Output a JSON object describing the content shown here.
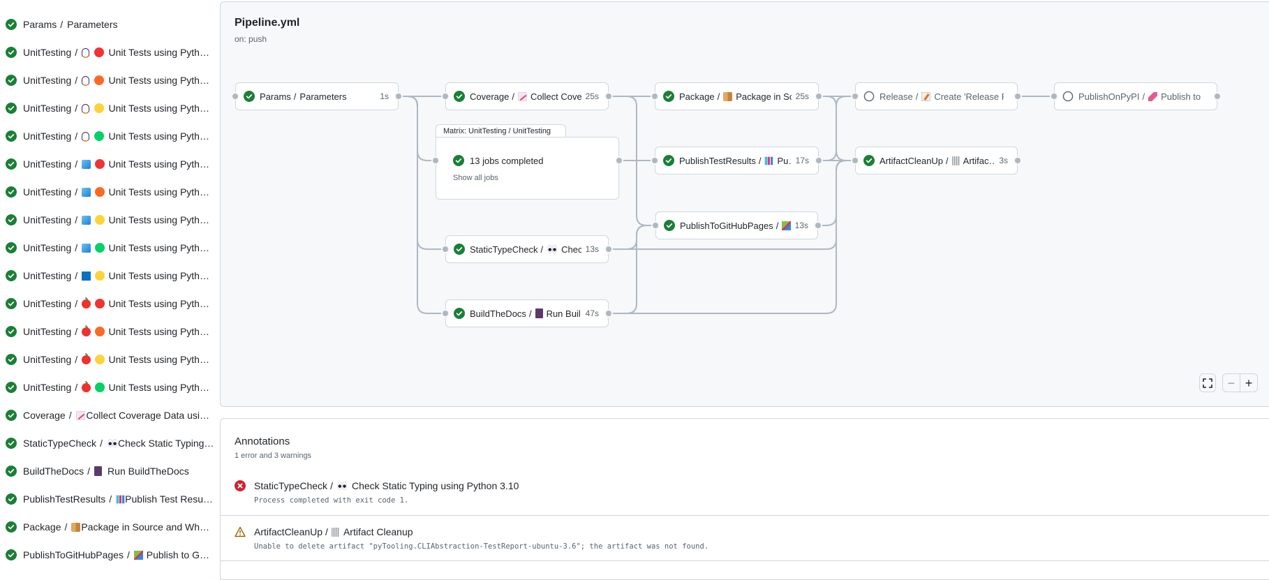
{
  "colors": {
    "success": "#1a7f37",
    "error": "#cf222e",
    "warning": "#9a6700",
    "edge": "#afb8c1",
    "panel_bg": "#f6f8fa",
    "border": "#d0d7de"
  },
  "sidebar": {
    "items": [
      {
        "status": "success",
        "workflow": "Params",
        "label": "Parameters"
      },
      {
        "status": "success",
        "workflow": "UnitTesting",
        "emoji": "penguin",
        "circle": "#f03333",
        "label": "Unit Tests using Pyth…"
      },
      {
        "status": "success",
        "workflow": "UnitTesting",
        "emoji": "penguin",
        "circle": "#fb6a22",
        "label": "Unit Tests using Pyth…"
      },
      {
        "status": "success",
        "workflow": "UnitTesting",
        "emoji": "penguin",
        "circle": "#fdd339",
        "label": "Unit Tests using Pyth…"
      },
      {
        "status": "success",
        "workflow": "UnitTesting",
        "emoji": "penguin",
        "circle": "#05d168",
        "label": "Unit Tests using Pyth…"
      },
      {
        "status": "success",
        "workflow": "UnitTesting",
        "emoji": "cube",
        "circle": "#f03333",
        "label": "Unit Tests using Pyth…"
      },
      {
        "status": "success",
        "workflow": "UnitTesting",
        "emoji": "cube",
        "circle": "#fb6a22",
        "label": "Unit Tests using Pyth…"
      },
      {
        "status": "success",
        "workflow": "UnitTesting",
        "emoji": "cube",
        "circle": "#fdd339",
        "label": "Unit Tests using Pyth…"
      },
      {
        "status": "success",
        "workflow": "UnitTesting",
        "emoji": "cube",
        "circle": "#05d168",
        "label": "Unit Tests using Pyth…"
      },
      {
        "status": "success",
        "workflow": "UnitTesting",
        "emoji": "blue-square",
        "circle": "#fdd339",
        "label": "Unit Tests using Pyth…"
      },
      {
        "status": "success",
        "workflow": "UnitTesting",
        "emoji": "apple",
        "circle": "#f03333",
        "label": "Unit Tests using Pyth…"
      },
      {
        "status": "success",
        "workflow": "UnitTesting",
        "emoji": "apple",
        "circle": "#fb6a22",
        "label": "Unit Tests using Pyth…"
      },
      {
        "status": "success",
        "workflow": "UnitTesting",
        "emoji": "apple",
        "circle": "#fdd339",
        "label": "Unit Tests using Pyth…"
      },
      {
        "status": "success",
        "workflow": "UnitTesting",
        "emoji": "apple",
        "circle": "#05d168",
        "label": "Unit Tests using Pyth…"
      },
      {
        "status": "success",
        "workflow": "Coverage",
        "emoji": "chart-up",
        "label": "Collect Coverage Data usi…"
      },
      {
        "status": "success",
        "workflow": "StaticTypeCheck",
        "emoji": "eyes",
        "label": "Check Static Typing…"
      },
      {
        "status": "success",
        "workflow": "BuildTheDocs",
        "emoji": "notebook",
        "label": "Run BuildTheDocs"
      },
      {
        "status": "success",
        "workflow": "PublishTestResults",
        "emoji": "bar-chart",
        "label": "Publish Test Resu…"
      },
      {
        "status": "success",
        "workflow": "Package",
        "emoji": "package",
        "label": "Package in Source and Wh…"
      },
      {
        "status": "success",
        "workflow": "PublishToGitHubPages",
        "emoji": "books",
        "label": "Publish to G…"
      }
    ]
  },
  "graph": {
    "title": "Pipeline.yml",
    "trigger": "on: push",
    "nodes": [
      {
        "id": "params",
        "status": "success",
        "workflow": "Params",
        "label": "Parameters",
        "duration": "1s"
      },
      {
        "id": "coverage",
        "status": "success",
        "workflow": "Coverage",
        "emoji": "chart-up",
        "label": "Collect Cove…",
        "duration": "25s"
      },
      {
        "id": "static",
        "status": "success",
        "workflow": "StaticTypeCheck",
        "emoji": "eyes",
        "label": "Chec…",
        "duration": "13s"
      },
      {
        "id": "docs",
        "status": "success",
        "workflow": "BuildTheDocs",
        "emoji": "notebook",
        "label": "Run Buil…",
        "duration": "47s"
      },
      {
        "id": "package",
        "status": "success",
        "workflow": "Package",
        "emoji": "package",
        "label": "Package in So…",
        "duration": "25s"
      },
      {
        "id": "testresults",
        "status": "success",
        "workflow": "PublishTestResults",
        "emoji": "bar-chart",
        "label": "Pu…",
        "duration": "17s"
      },
      {
        "id": "ghpages",
        "status": "success",
        "workflow": "PublishToGitHubPages",
        "emoji": "books",
        "label": "…",
        "duration": "13s"
      },
      {
        "id": "release",
        "status": "pending",
        "workflow": "Release",
        "emoji": "memo",
        "label": "Create 'Release P…",
        "duration": ""
      },
      {
        "id": "artifact",
        "status": "success",
        "workflow": "ArtifactCleanUp",
        "emoji": "wastebasket",
        "label": "Artifac…",
        "duration": "3s"
      },
      {
        "id": "pypi",
        "status": "pending",
        "workflow": "PublishOnPyPI",
        "emoji": "rocket",
        "label": "Publish to …",
        "duration": ""
      }
    ],
    "matrix": {
      "title": "Matrix: UnitTesting / UnitTesting",
      "status": "success",
      "summary": "13 jobs completed",
      "link": "Show all jobs"
    },
    "controls": {
      "fullscreen_icon": "fullscreen-icon",
      "zoom_out": "−",
      "zoom_in": "+"
    }
  },
  "annotations": {
    "title": "Annotations",
    "summary": "1 error and 3 warnings",
    "items": [
      {
        "level": "error",
        "workflow": "StaticTypeCheck",
        "emoji": "eyes",
        "title": "Check Static Typing using Python 3.10",
        "message": "Process completed with exit code 1."
      },
      {
        "level": "warning",
        "workflow": "ArtifactCleanUp",
        "emoji": "wastebasket",
        "title": "Artifact Cleanup",
        "message": "Unable to delete artifact \"pyTooling.CLIAbstraction-TestReport-ubuntu-3.6\"; the artifact was not found."
      }
    ]
  }
}
